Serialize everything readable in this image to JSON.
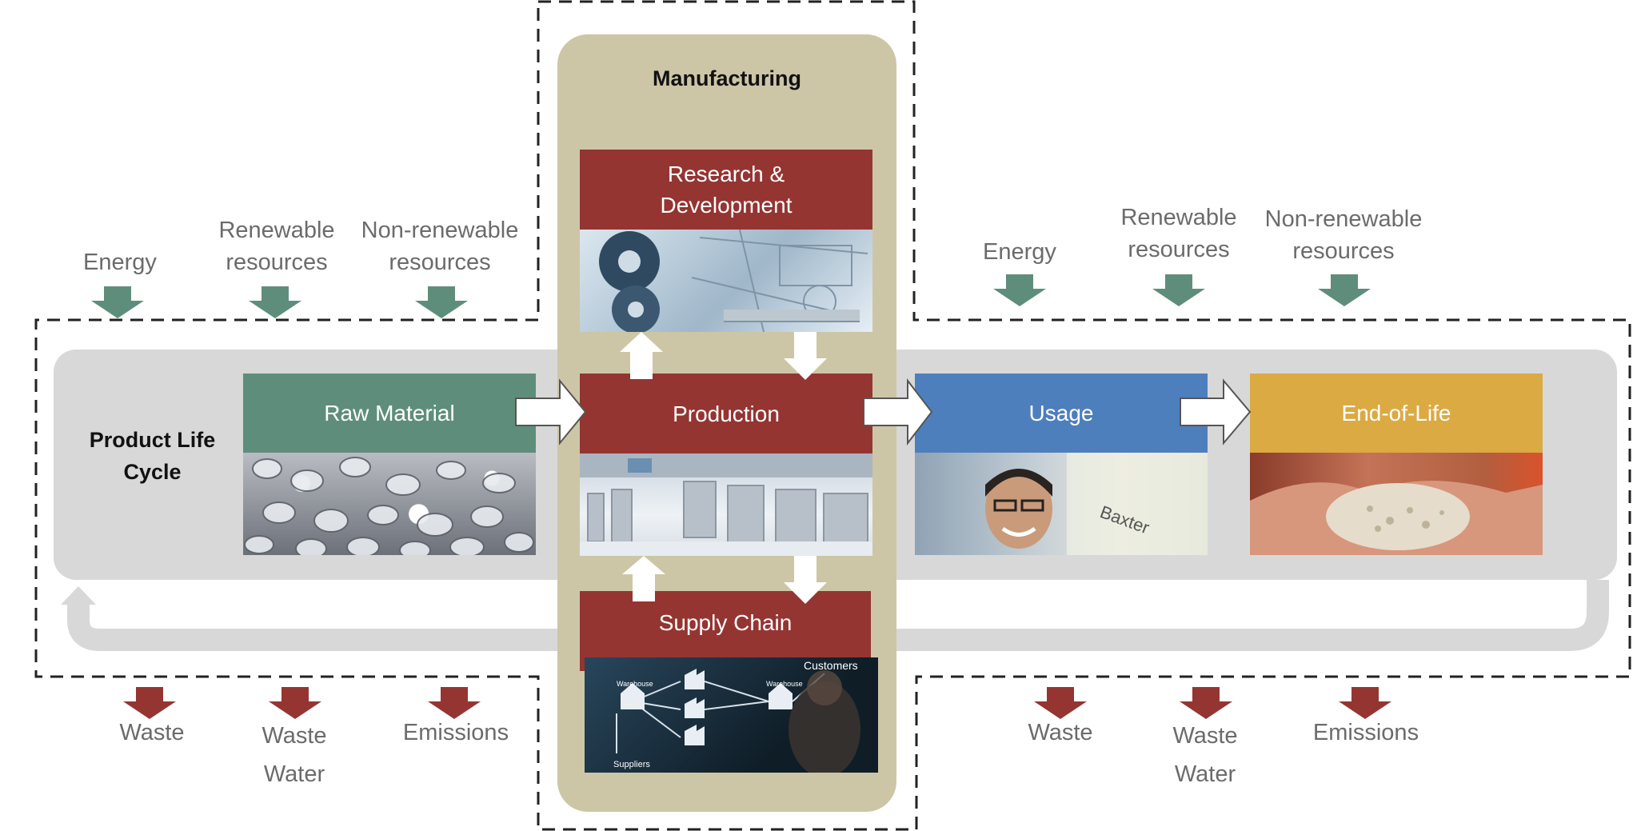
{
  "colors": {
    "red": "#943532",
    "green": "#5e8e7b",
    "blue": "#4e7fbd",
    "gold": "#dbaa42",
    "tan": "#cdc6a6",
    "gray_band": "#d8d8d8",
    "input_arrow": "#5e8e7b",
    "output_arrow": "#943532"
  },
  "manufacturing_title": "Manufacturing",
  "product_life_cycle": "Product Life Cycle",
  "stages": {
    "raw_material": "Raw Material",
    "production": "Production",
    "usage": "Usage",
    "end_of_life": "End-of-Life",
    "research": "Research & Development",
    "supply_chain": "Supply Chain"
  },
  "inputs_left": [
    "Energy",
    "Renewable resources",
    "Non-renewable resources"
  ],
  "inputs_right": [
    "Energy",
    "Renewable resources",
    "Non-renewable resources"
  ],
  "outputs_left": [
    "Waste",
    "Waste Water",
    "Emissions"
  ],
  "outputs_right": [
    "Waste",
    "Waste Water",
    "Emissions"
  ],
  "supply_chain_image": {
    "customers": "Customers",
    "warehouse_left": "Warehouse",
    "warehouse_right": "Warehouse",
    "suppliers": "Suppliers"
  },
  "icons": {
    "input": "down-arrow-icon",
    "output": "down-arrow-icon",
    "flow": "right-block-arrow-icon",
    "vertical_flow": "up-down-block-arrow-icon",
    "return_loop": "return-loop-arrow-icon"
  }
}
